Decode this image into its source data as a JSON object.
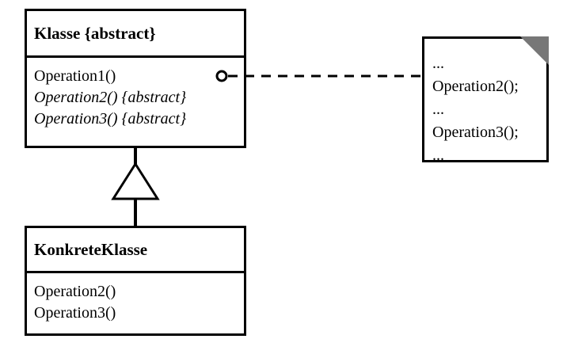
{
  "abstract_class": {
    "name": "Klasse {abstract}",
    "operations": [
      {
        "text": "Operation1()",
        "italic": false
      },
      {
        "text": "Operation2() {abstract}",
        "italic": true
      },
      {
        "text": "Operation3() {abstract}",
        "italic": true
      }
    ]
  },
  "concrete_class": {
    "name": "KonkreteKlasse",
    "operations": [
      "Operation2()",
      "Operation3()"
    ]
  },
  "note": {
    "lines": [
      "...",
      "Operation2();",
      "...",
      "Operation3();",
      "..."
    ]
  }
}
